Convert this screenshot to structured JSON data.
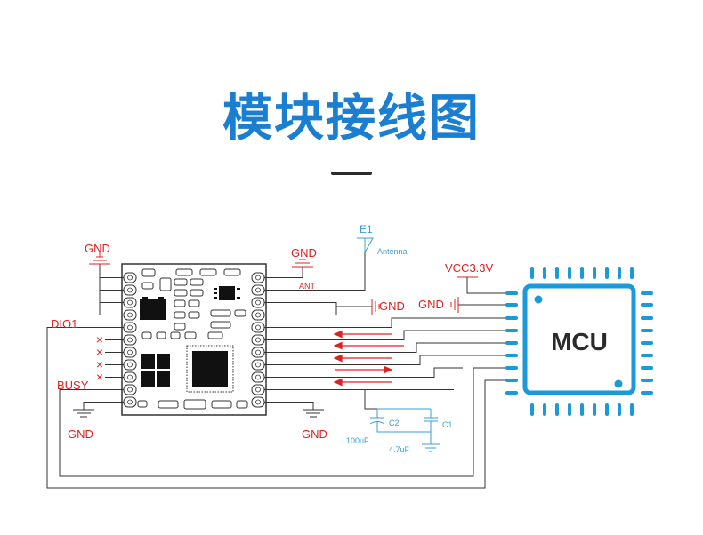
{
  "title": "模块接线图",
  "antenna": {
    "ref": "E1",
    "label": "Antenna"
  },
  "mcu": {
    "label": "MCU"
  },
  "labels": {
    "gnd_top_left": "GND",
    "gnd_top_mid": "GND",
    "ant": "ANT",
    "gnd_right_a": "GND",
    "gnd_right_b": "GND",
    "vcc": "VCC3.3V",
    "dio1": "DIO1",
    "busy": "BUSY",
    "gnd_bottom_left": "GND",
    "gnd_bottom_mid": "GND",
    "nc_mark": "×"
  },
  "capacitors": {
    "c2_ref": "C2",
    "c2_value": "100uF",
    "c1_ref": "C1",
    "c1_value": "4.7uF"
  },
  "colors": {
    "title": "#1b7fd1",
    "wire": "#333333",
    "red_label": "#e02020",
    "blue_accent": "#1a9ad9",
    "cap_blue": "#3a9fd6"
  }
}
